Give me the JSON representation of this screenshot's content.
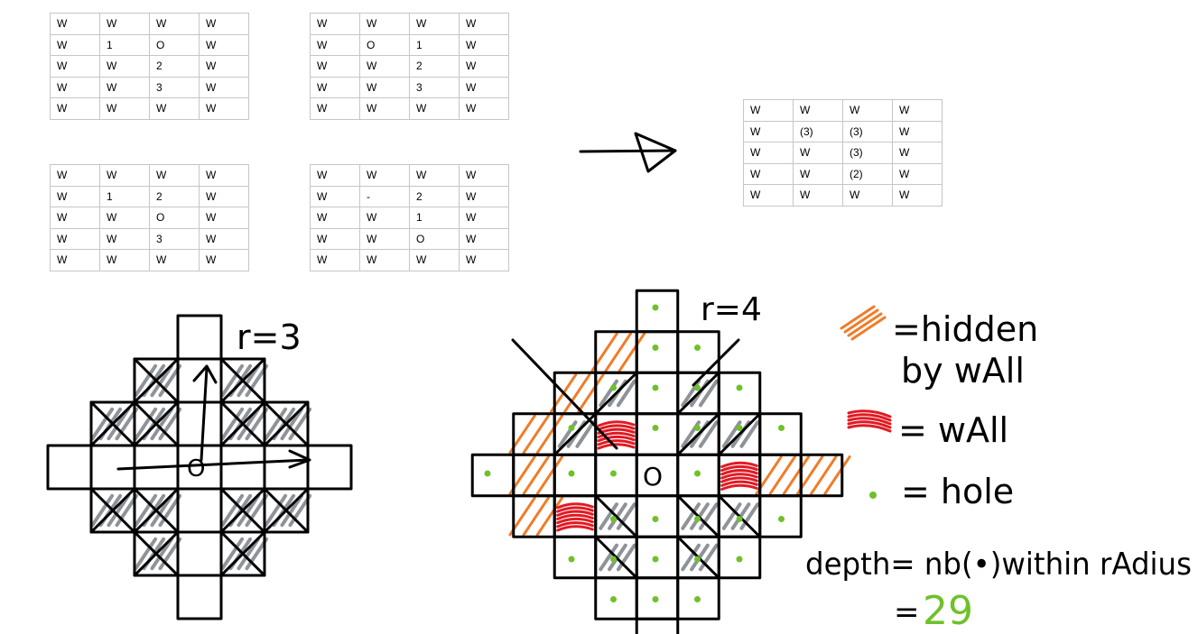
{
  "tables": {
    "top_left": [
      [
        "W",
        "W",
        "W",
        "W"
      ],
      [
        "W",
        "1",
        "O",
        "W"
      ],
      [
        "W",
        "W",
        "2",
        "W"
      ],
      [
        "W",
        "W",
        "3",
        "W"
      ],
      [
        "W",
        "W",
        "W",
        "W"
      ]
    ],
    "top_right": [
      [
        "W",
        "W",
        "W",
        "W"
      ],
      [
        "W",
        "O",
        "1",
        "W"
      ],
      [
        "W",
        "W",
        "2",
        "W"
      ],
      [
        "W",
        "W",
        "3",
        "W"
      ],
      [
        "W",
        "W",
        "W",
        "W"
      ]
    ],
    "bottom_left": [
      [
        "W",
        "W",
        "W",
        "W"
      ],
      [
        "W",
        "1",
        "2",
        "W"
      ],
      [
        "W",
        "W",
        "O",
        "W"
      ],
      [
        "W",
        "W",
        "3",
        "W"
      ],
      [
        "W",
        "W",
        "W",
        "W"
      ]
    ],
    "bottom_right": [
      [
        "W",
        "W",
        "W",
        "W"
      ],
      [
        "W",
        "-",
        "2",
        "W"
      ],
      [
        "W",
        "W",
        "1",
        "W"
      ],
      [
        "W",
        "W",
        "O",
        "W"
      ],
      [
        "W",
        "W",
        "W",
        "W"
      ]
    ],
    "result": [
      [
        "W",
        "W",
        "W",
        "W"
      ],
      [
        "W",
        "(3)",
        "(3)",
        "W"
      ],
      [
        "W",
        "W",
        "(3)",
        "W"
      ],
      [
        "W",
        "W",
        "(2)",
        "W"
      ],
      [
        "W",
        "W",
        "W",
        "W"
      ]
    ]
  },
  "sketch_left": {
    "radius_label": "r=3",
    "center_label": "O"
  },
  "sketch_right": {
    "radius_label": "r=4",
    "center_label": "O"
  },
  "legend": {
    "hidden": "=hidden",
    "hidden_2": "by wAll",
    "wall": "= wAll",
    "hole": "= hole",
    "depth_formula": "depth= nb(•)within rAdius",
    "depth_eq": "=",
    "depth_value": "29"
  },
  "colors": {
    "hidden": "#f07c28",
    "wall": "#e01b24",
    "hole": "#6fc12a",
    "shade": "#8e9399",
    "ink": "#000000",
    "cell_border": "#c6c6c6",
    "depth_value": "#6fc12a"
  }
}
